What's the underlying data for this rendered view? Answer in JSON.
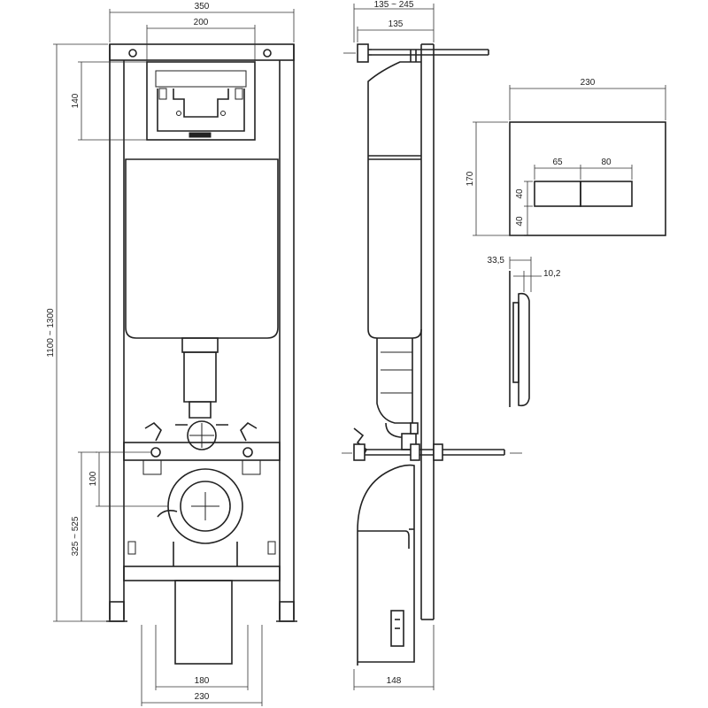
{
  "front_view": {
    "width_frame": "350",
    "width_bracket": "200",
    "height_bracket": "140",
    "height_total": "1100 ~ 1300",
    "height_pan": "100",
    "height_outlet": "325 ~ 525",
    "width_bottom_inner": "180",
    "width_bottom_outer": "230"
  },
  "side_view": {
    "depth_range": "135 ~ 245",
    "depth_min": "135",
    "depth_base": "148"
  },
  "flush_plate": {
    "width": "230",
    "height": "170",
    "button_left": "65",
    "button_right": "80",
    "button_height": "40",
    "bottom_offset": "40",
    "side_thickness": "33,5",
    "side_depth": "10,2"
  }
}
